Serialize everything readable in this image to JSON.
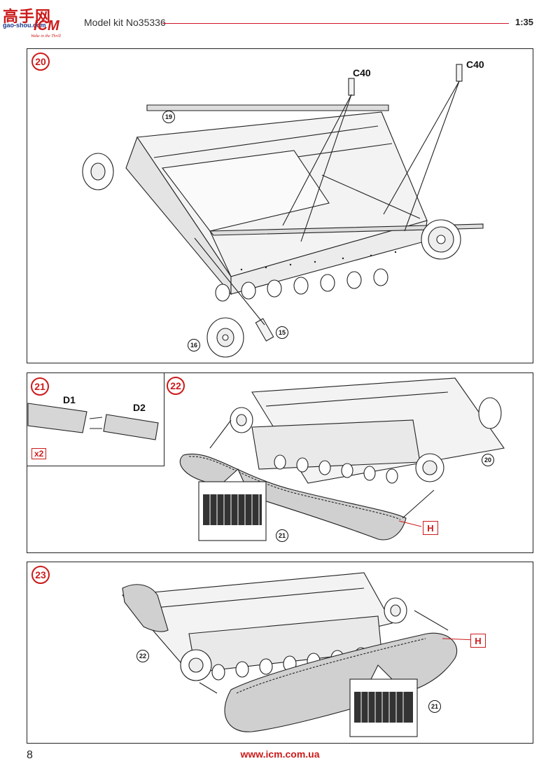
{
  "header": {
    "logo": {
      "cn_text": "高手网",
      "site": "gao-shou.com",
      "brand": "ICM",
      "tagline": "Wake in the Thrill"
    },
    "title": "Model kit No35336",
    "scale": "1:35"
  },
  "colors": {
    "accent": "#cc1b1b",
    "line": "#222222"
  },
  "steps": [
    {
      "number": "20",
      "labels": {
        "part_a": "C40",
        "part_b": "C40"
      },
      "refs": [
        "19",
        "15",
        "16"
      ]
    },
    {
      "number": "21",
      "labels": {
        "part_a": "D1",
        "part_b": "D2",
        "multiplier": "x2"
      }
    },
    {
      "number": "22",
      "refs": [
        "20",
        "21"
      ],
      "callout": "H"
    },
    {
      "number": "23",
      "refs": [
        "22",
        "21"
      ],
      "callout": "H"
    }
  ],
  "footer": {
    "page_number": "8",
    "url": "www.icm.com.ua"
  }
}
